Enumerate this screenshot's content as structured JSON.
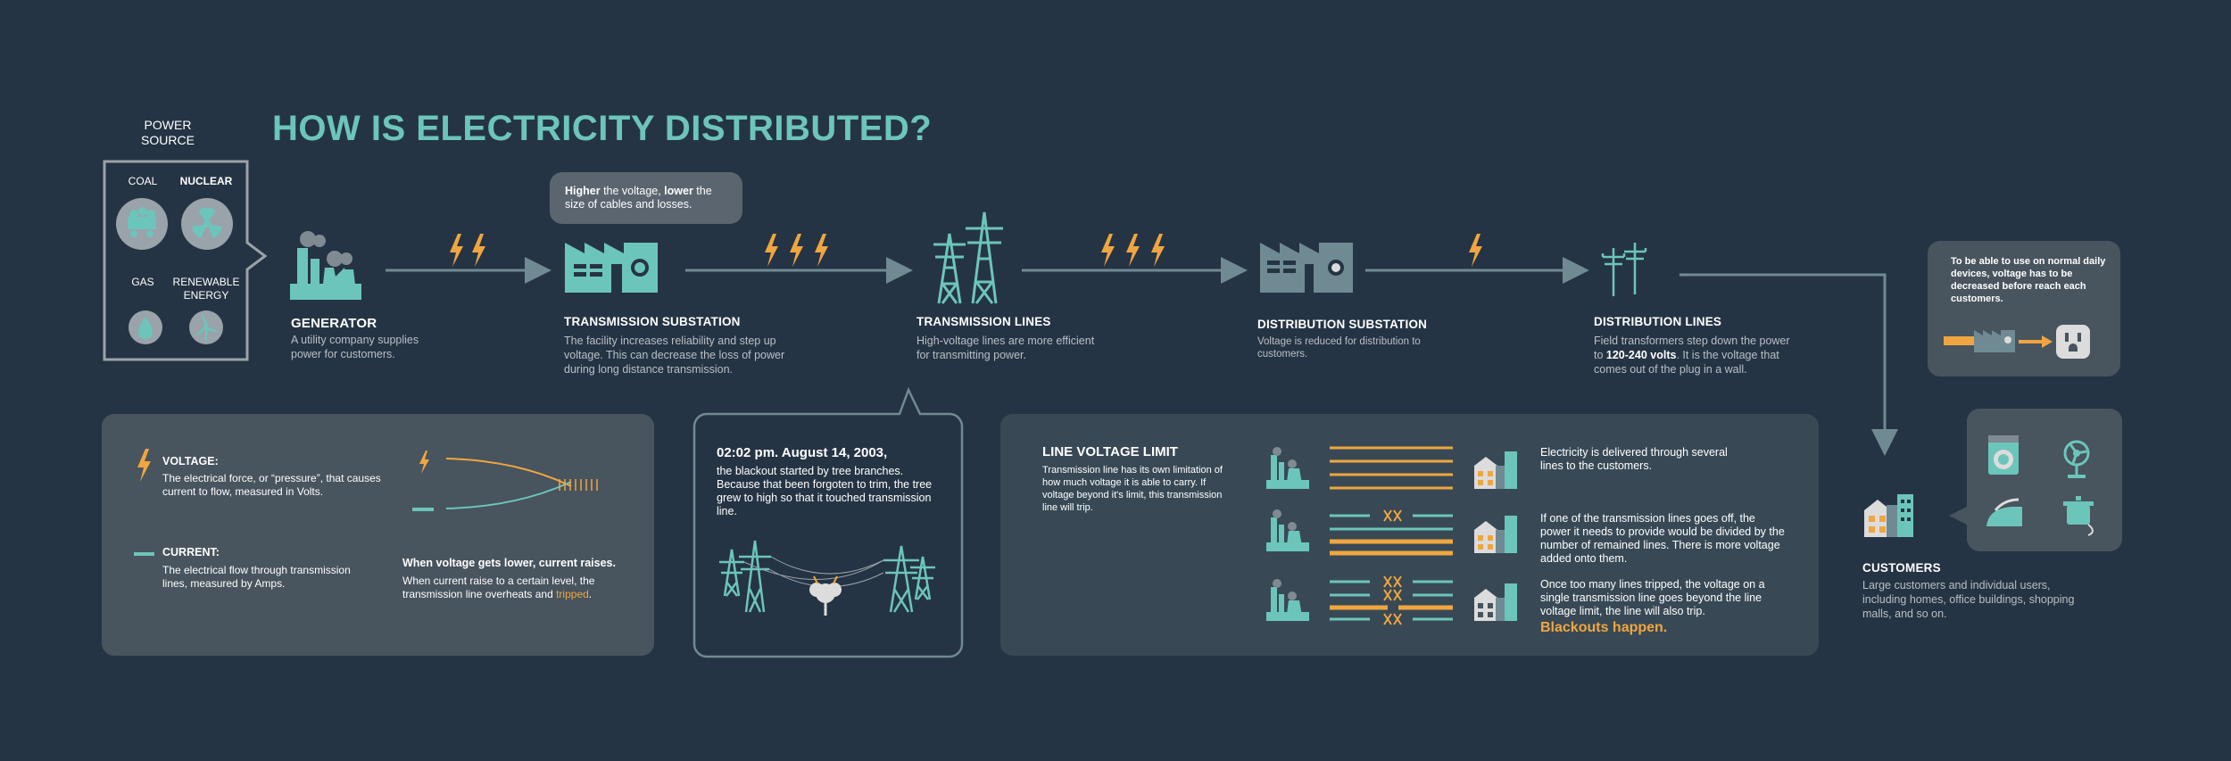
{
  "title": "HOW IS ELECTRICITY DISTRIBUTED?",
  "power_source": {
    "heading": "POWER SOURCE",
    "items": [
      {
        "label": "COAL",
        "icon": "coal-cart-icon"
      },
      {
        "label": "NUCLEAR",
        "icon": "radiation-icon"
      },
      {
        "label": "GAS",
        "icon": "gas-drop-icon"
      },
      {
        "label": "RENEWABLE ENERGY",
        "icon": "wind-turbine-icon"
      }
    ]
  },
  "stages": {
    "generator": {
      "title": "GENERATOR",
      "desc": "A utility company supplies power for customers."
    },
    "transmission_substation": {
      "title": "TRANSMISSION SUBSTATION",
      "desc": "The facility increases reliability and step up voltage. This can decrease the loss of power during long distance transmission.",
      "callout_1": "Higher",
      "callout_2": " the voltage, ",
      "callout_3": "lower",
      "callout_4": " the size of cables and losses."
    },
    "transmission_lines": {
      "title": "TRANSMISSION LINES",
      "desc": "High-voltage lines are more efficient for transmitting power."
    },
    "distribution_substation": {
      "title": "DISTRIBUTION SUBSTATION",
      "desc": "Voltage is reduced for distribution to customers."
    },
    "distribution_lines": {
      "title": "DISTRIBUTION LINES",
      "desc_1": "Field transformers step down the power to ",
      "desc_bold": "120-240 volts",
      "desc_2": ". It is the voltage that comes out of the plug in a wall."
    },
    "customers": {
      "title": "CUSTOMERS",
      "desc": "Large customers and individual users, including homes, office buildings, shopping malls, and so on."
    }
  },
  "customer_note": "To be able to use on normal daily devices, voltage has to be decreased before reach each customers.",
  "voltage_box": {
    "voltage_label": "VOLTAGE:",
    "voltage_desc": "The electrical force, or “pressure”, that causes current to flow, measured in Volts.",
    "current_label": "CURRENT:",
    "current_desc": "The electrical flow through transmission lines, measured by Amps.",
    "relation_title": "When voltage gets lower, current raises.",
    "relation_desc": "When current raise to a certain level, the transmission line overheats and ",
    "relation_tripped": "tripped",
    "relation_end": "."
  },
  "blackout": {
    "date": "02:02 pm. August 14, 2003,",
    "desc": "the blackout started by tree branches. Because that been forgoten to trim, the tree grew to high so that it touched transmission line."
  },
  "limit_box": {
    "title": "LINE VOLTAGE LIMIT",
    "desc": "Transmission line has its own limitation of how much voltage it is able to carry. If voltage beyond it's limit, this transmission line will trip.",
    "row1": "Electricity is delivered through several lines to the customers.",
    "row2": "If one of the transmission lines goes off, the power it needs to provide would be divided by the number of remained lines. There is more voltage added onto them.",
    "row3": "Once too many lines tripped, the voltage on a single transmission line goes beyond the line voltage limit, the line will also trip.",
    "row3_highlight": "Blackouts happen."
  },
  "colors": {
    "background": "#253444",
    "teal": "#6cc5bb",
    "orange": "#f0a640",
    "panel": "#48545e"
  }
}
